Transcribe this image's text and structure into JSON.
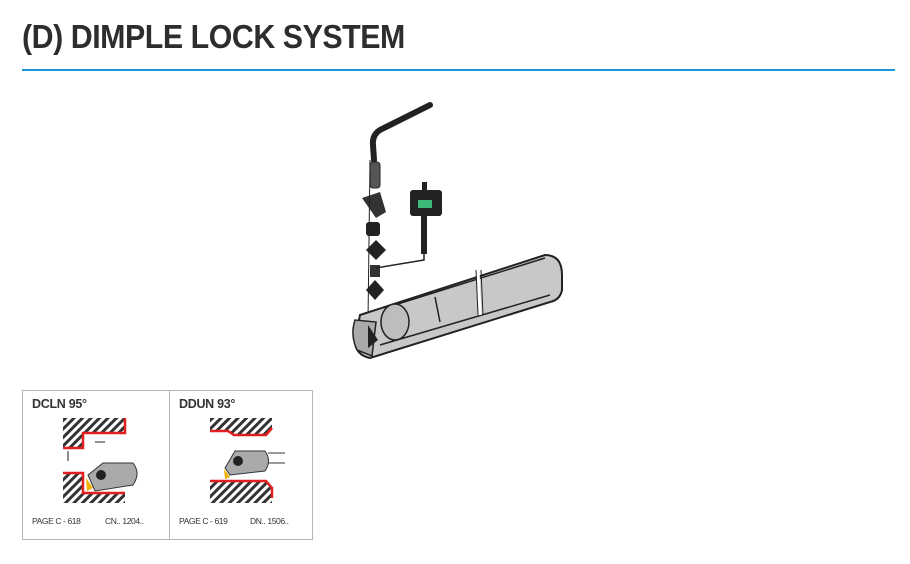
{
  "title": "(D) DIMPLE LOCK SYSTEM",
  "accent_color": "#1a9ad6",
  "holders": [
    {
      "name": "DCLN 95°",
      "page": "PAGE C - 618",
      "insert": "CN.. 1204.."
    },
    {
      "name": "DDUN 93°",
      "page": "PAGE C - 619",
      "insert": "DN.. 1506.."
    }
  ]
}
